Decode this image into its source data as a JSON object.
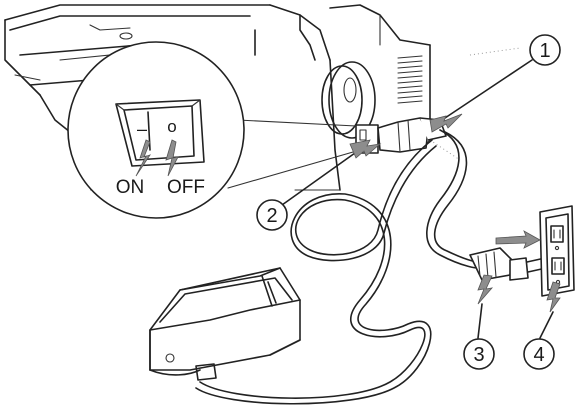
{
  "switch_labels": {
    "on": "ON",
    "off": "OFF"
  },
  "switch_symbols": {
    "on": "–",
    "off": "o"
  },
  "callouts": [
    "1",
    "2",
    "3",
    "4"
  ]
}
